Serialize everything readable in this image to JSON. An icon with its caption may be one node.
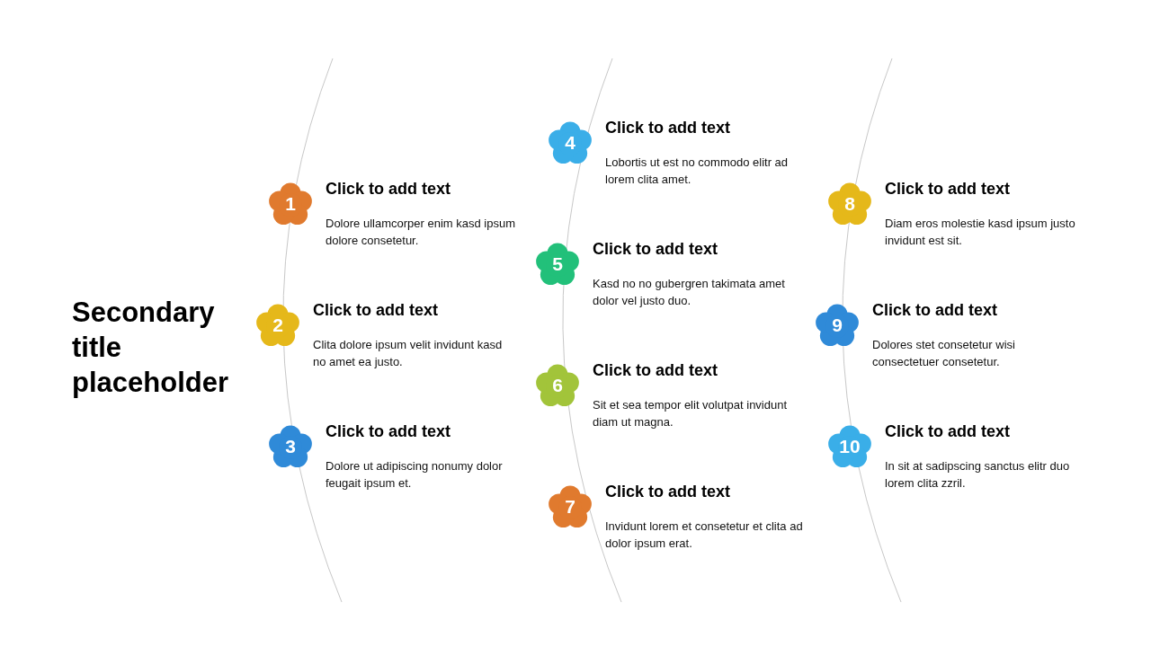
{
  "diagram": {
    "title": "Secondary title placeholder",
    "nodes": [
      {
        "text": [
          "1"
        ],
        "beside": [
          "Click to add text",
          "Dolore ullamcorper enim kasd ipsum dolore consetetur."
        ]
      },
      {
        "text": [
          "2"
        ],
        "beside": [
          "Click to add text",
          "Clita dolore ipsum velit invidunt kasd no amet ea justo."
        ]
      },
      {
        "text": [
          "3"
        ],
        "beside": [
          "Click to add text",
          "Dolore ut adipiscing nonumy dolor feugait ipsum et."
        ]
      },
      {
        "text": [
          "4"
        ],
        "beside": [
          "Click to add text",
          "Lobortis ut est no commodo elitr ad lorem clita amet."
        ]
      },
      {
        "text": [
          "5"
        ],
        "beside": [
          "Click to add text",
          "Kasd no no gubergren takimata amet dolor vel justo duo."
        ]
      },
      {
        "text": [
          "6"
        ],
        "beside": [
          "Click to add text",
          "Sit et sea tempor elit volutpat invidunt diam ut magna."
        ]
      },
      {
        "text": [
          "7"
        ],
        "beside": [
          "Click to add text",
          "Invidunt lorem et consetetur et clita ad dolor ipsum erat."
        ]
      },
      {
        "text": [
          "8"
        ],
        "beside": [
          "Click to add text",
          "Diam eros molestie kasd ipsum justo invidunt est sit."
        ]
      },
      {
        "text": [
          "9"
        ],
        "beside": [
          "Click to add text",
          "Dolores stet consetetur wisi consectetuer consetetur."
        ]
      },
      {
        "text": [
          "10"
        ],
        "beside": [
          "Click to add text",
          "In sit at sadipscing sanctus elitr duo lorem clita zzril."
        ]
      }
    ],
    "edges": []
  }
}
